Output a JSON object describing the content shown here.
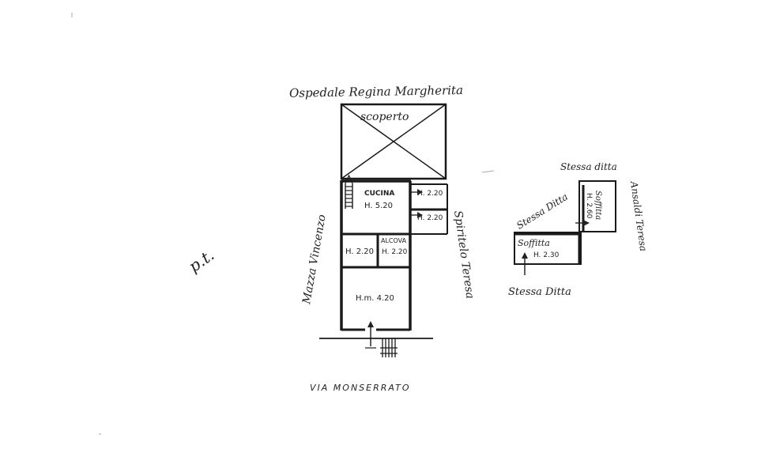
{
  "labels": {
    "north": "Ospedale Regina Margherita",
    "courtyard": "scoperto",
    "kitchen": "CUCINA",
    "kitchen_h": "H. 5.20",
    "small_room_1_h": "H. 2.20",
    "small_room_2_h": "H. 2.20",
    "left_room_h": "H. 2.20",
    "alcove": "ALCOVA",
    "alcove_h": "H. 2.20",
    "main_room_h": "H.m. 4.20",
    "west_side": "Mazza Vincenzo",
    "east_side": "Spiritelo Teresa",
    "street": "VIA MONSERRATO",
    "floor_mark": "p.t.",
    "attic_top_neighbor": "Stessa ditta",
    "attic_left_neighbor": "Stessa Ditta",
    "attic_right_neighbor": "Ansaldi Teresa",
    "attic_bottom_neighbor": "Stessa Ditta",
    "attic_1": "Soffitta",
    "attic_1_h": "H. 2.60",
    "attic_2": "Soffitta",
    "attic_2_h": "H. 2.30"
  }
}
